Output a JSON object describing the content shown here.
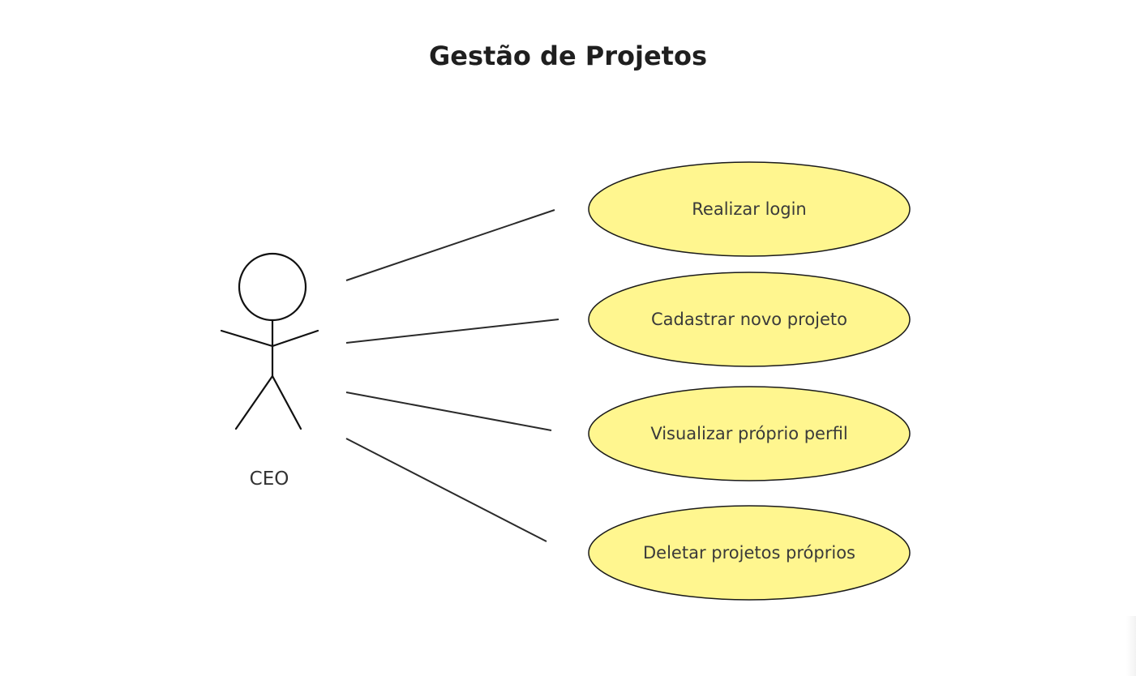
{
  "diagram": {
    "title": "Gestão de Projetos",
    "actor": {
      "label": "CEO"
    },
    "use_cases": [
      {
        "label": "Realizar login"
      },
      {
        "label": "Cadastrar novo projeto"
      },
      {
        "label": "Visualizar próprio perfil"
      },
      {
        "label": "Deletar projetos próprios"
      }
    ],
    "colors": {
      "use_case_fill": "#fff68f",
      "stroke": "#1a1a1a",
      "text": "#333333"
    }
  }
}
